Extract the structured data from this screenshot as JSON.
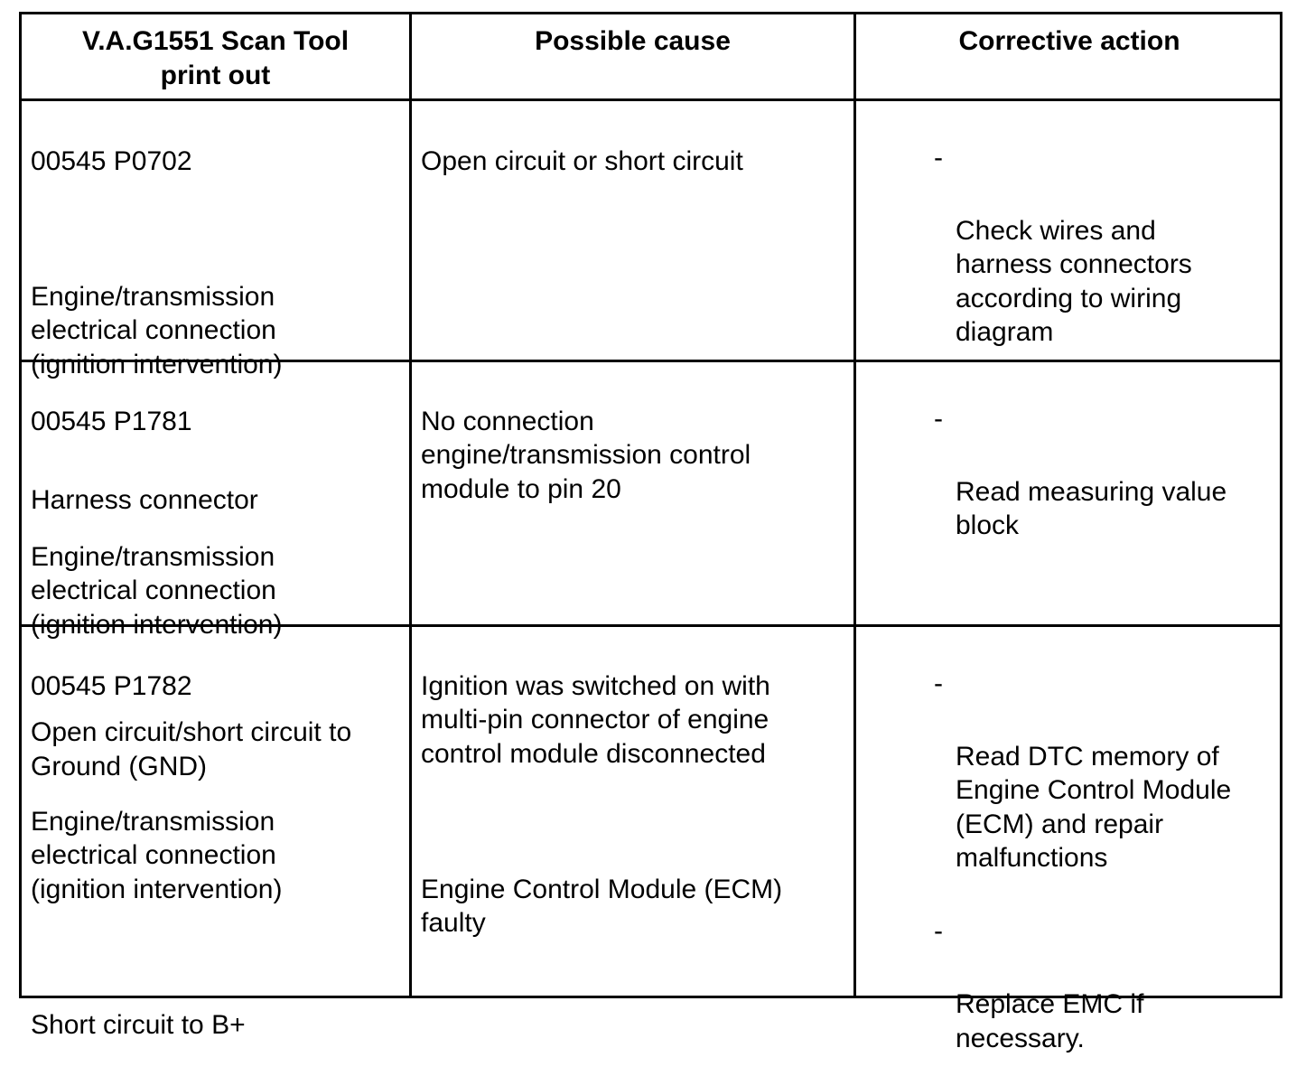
{
  "table": {
    "headers": {
      "printout": "V.A.G1551 Scan Tool\nprint out",
      "cause": "Possible cause",
      "action": "Corrective action"
    },
    "rows": [
      {
        "printout": {
          "code": "00545 P0702",
          "description": "Engine/transmission\nelectrical connection\n(ignition intervention)",
          "detail": "Harness connector"
        },
        "cause": {
          "p1": "Open circuit or short circuit"
        },
        "actions": [
          "Check wires and\nharness connectors\naccording to wiring\ndiagram"
        ]
      },
      {
        "printout": {
          "code": "00545 P1781",
          "description": "Engine/transmission\nelectrical connection\n(ignition intervention)",
          "detail": "Open circuit/short circuit to\nGround (GND)"
        },
        "cause": {
          "p1": "No connection\nengine/transmission control\nmodule to pin 20"
        },
        "actions": [
          "Read measuring value\nblock"
        ]
      },
      {
        "printout": {
          "code": "00545 P1782",
          "description": "Engine/transmission\nelectrical connection\n(ignition intervention)",
          "detail": "Short circuit to B+"
        },
        "cause": {
          "p1": "Ignition was switched on with\nmulti-pin connector of engine\ncontrol module disconnected",
          "p2": "Engine Control Module (ECM)\nfaulty"
        },
        "actions": [
          "Read DTC memory of\nEngine Control Module\n(ECM) and repair\nmalfunctions",
          "Replace EMC if\nnecessary."
        ]
      }
    ]
  }
}
